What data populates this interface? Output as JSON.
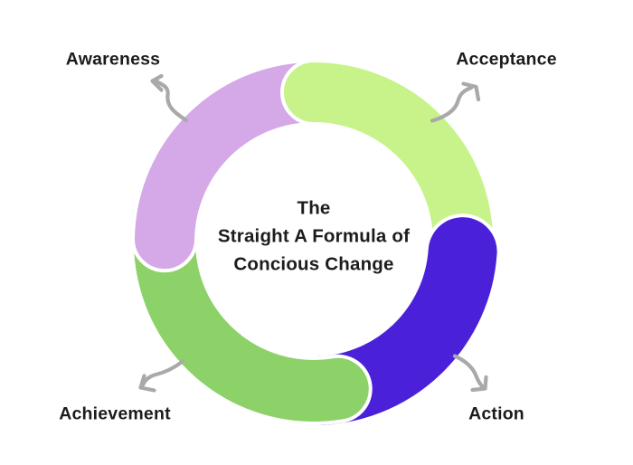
{
  "diagram": {
    "title_lines": [
      "The",
      "Straight A Formula of",
      "Concious Change"
    ],
    "stages": [
      {
        "name": "Awareness",
        "color": "#d5a8e7"
      },
      {
        "name": "Acceptance",
        "color": "#c7f38a"
      },
      {
        "name": "Action",
        "color": "#4a21d9"
      },
      {
        "name": "Achievement",
        "color": "#8cd268"
      }
    ],
    "colors": {
      "arrow": "#a9a9a9",
      "text": "#1c1c1c",
      "background": "#ffffff",
      "segment_gap": "#ffffff"
    }
  }
}
